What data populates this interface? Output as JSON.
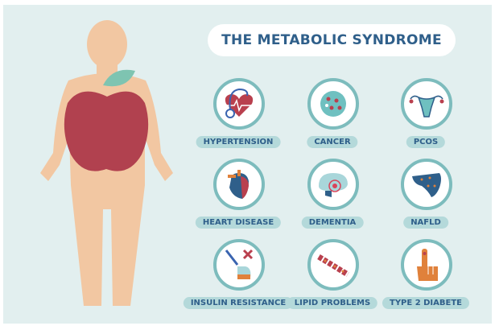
{
  "title": "THE METABOLIC SYNDROME",
  "conditions": [
    {
      "label": "HYPERTENSION",
      "icon": "heart-stethoscope-icon"
    },
    {
      "label": "CANCER",
      "icon": "cancer-cells-icon"
    },
    {
      "label": "PCOS",
      "icon": "uterus-icon"
    },
    {
      "label": "HEART DISEASE",
      "icon": "heart-organ-icon"
    },
    {
      "label": "DEMENTIA",
      "icon": "brain-icon"
    },
    {
      "label": "NAFLD",
      "icon": "liver-icon"
    },
    {
      "label": "INSULIN RESISTANCE",
      "icon": "syringe-icon"
    },
    {
      "label": "LIPID PROBLEMS",
      "icon": "lipid-chain-icon"
    },
    {
      "label": "TYPE 2 DIABETE",
      "icon": "finger-blood-test-icon"
    }
  ],
  "colors": {
    "background": "#e2efef",
    "accent": "#2f5f8a",
    "ring": "#7dbcbd",
    "apple": "#b1414f",
    "skin": "#f2c7a2"
  }
}
